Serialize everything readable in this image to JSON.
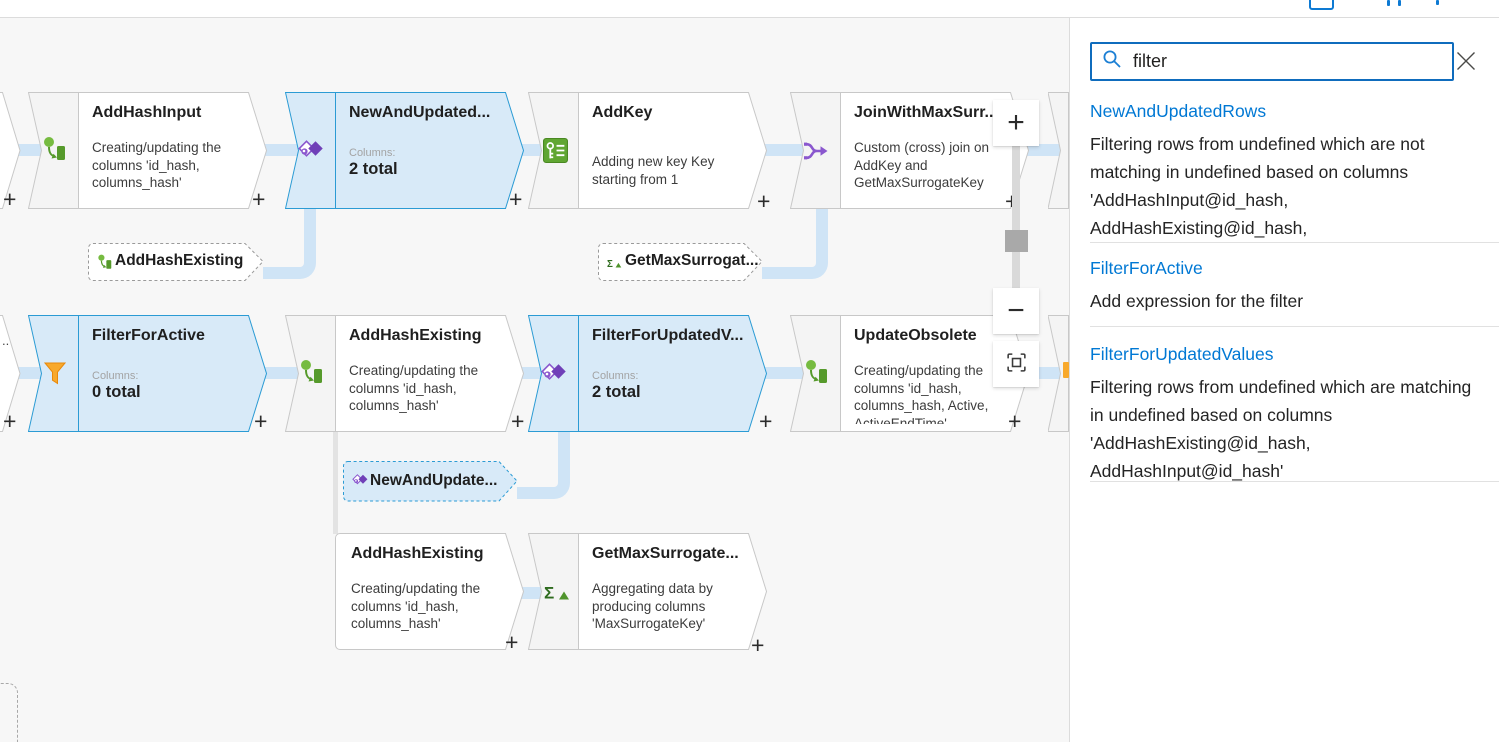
{
  "colors": {
    "accent_blue": "#0f6cbd",
    "link_blue": "#0078d4",
    "selected_fill": "#d8eaf8",
    "selected_border": "#2b9bd4",
    "connector_blue": "#cfe4f6",
    "canvas_bg": "#f7f7f7",
    "node_icon_bg": "#f4f4f4",
    "node_border": "#c8c8c8",
    "green_icon": "#6fb53f",
    "purple_icon": "#8a57ce",
    "orange_icon": "#f8a92c"
  },
  "canvas": {
    "plus_label": "+",
    "partial_left_row2_title": "..",
    "icons": {
      "sigma": "Σ"
    },
    "nodes": [
      {
        "title": "AddHashInput",
        "desc": "Creating/updating the columns 'id_hash, columns_hash'",
        "icon": "derived-column"
      },
      {
        "title": "NewAndUpdated...",
        "columns_label": "Columns:",
        "columns_value": "2 total",
        "icon": "exists",
        "selected": true
      },
      {
        "title": "AddKey",
        "desc": "Adding new key Key starting from 1",
        "icon": "surrogate-key"
      },
      {
        "title": "JoinWithMaxSurr...",
        "desc": "Custom (cross) join on AddKey and GetMaxSurrogateKey",
        "icon": "join"
      },
      {
        "title": "FilterForActive",
        "columns_label": "Columns:",
        "columns_value": "0 total",
        "icon": "filter",
        "selected": true
      },
      {
        "title": "AddHashExisting",
        "desc": "Creating/updating the columns 'id_hash, columns_hash'",
        "icon": "derived-column"
      },
      {
        "title": "FilterForUpdatedV...",
        "columns_label": "Columns:",
        "columns_value": "2 total",
        "icon": "exists",
        "selected": true
      },
      {
        "title": "UpdateObsolete",
        "desc": "Creating/updating the columns 'id_hash, columns_hash, Active, ActiveEndTime'",
        "icon": "derived-column"
      },
      {
        "title": "AddHashExisting",
        "desc": "Creating/updating the columns 'id_hash, columns_hash'",
        "icon": null
      },
      {
        "title": "GetMaxSurrogate...",
        "desc": "Aggregating data by producing columns 'MaxSurrogateKey'",
        "icon": "aggregate"
      }
    ],
    "badges": [
      {
        "label": "AddHashExisting",
        "icon": "derived-column"
      },
      {
        "label": "GetMaxSurrogat...",
        "icon": "aggregate"
      },
      {
        "label": "NewAndUpdate...",
        "icon": "exists",
        "selected": true
      }
    ],
    "zoom_controls": {
      "zoom_in": "+",
      "zoom_out": "−"
    }
  },
  "search_panel": {
    "query": "filter",
    "results": [
      {
        "name": "NewAndUpdatedRows",
        "description": "Filtering rows from undefined which are not matching in undefined based on columns 'AddHashInput@id_hash, AddHashExisting@id_hash,"
      },
      {
        "name": "FilterForActive",
        "description": "Add expression for the filter"
      },
      {
        "name": "FilterForUpdatedValues",
        "description": "Filtering rows from undefined which are matching in undefined based on columns 'AddHashExisting@id_hash, AddHashInput@id_hash'"
      }
    ]
  }
}
